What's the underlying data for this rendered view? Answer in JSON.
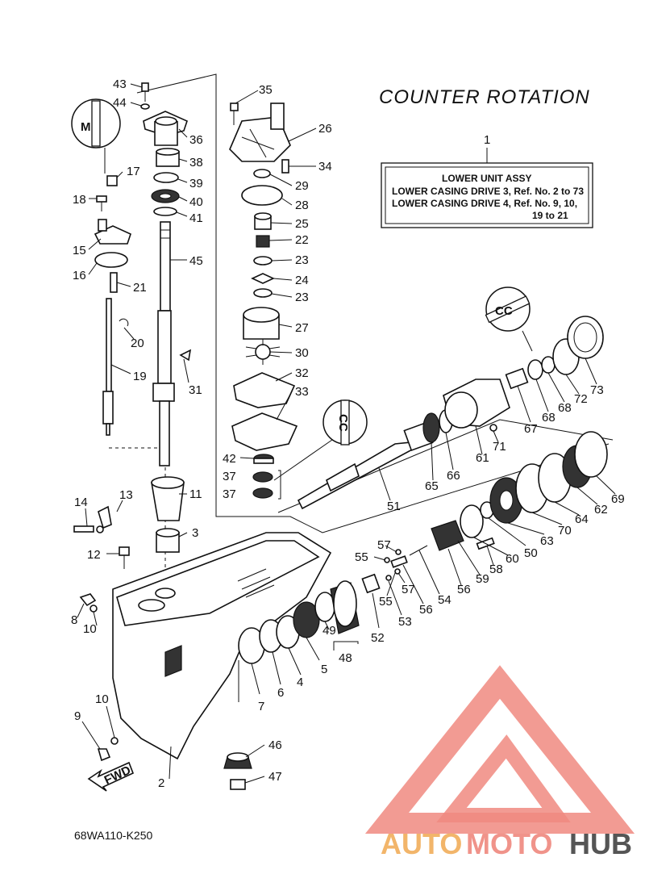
{
  "diagram": {
    "title": "COUNTER ROTATION",
    "code": "68WA110-K250",
    "fwd_label": "FWD",
    "callout_top_ref": "1",
    "assy_box": {
      "line1": "LOWER UNIT ASSY",
      "line2": "LOWER CASING DRIVE 3,  Ref. No. 2 to 73",
      "line3": "LOWER CASING DRIVE 4,  Ref. No. 9, 10,",
      "line4": "19 to 21"
    },
    "symbols": {
      "m_label": "M",
      "cc_label_1": "CC",
      "cc_label_2": "CC"
    }
  },
  "watermark": {
    "part1": "AUTO",
    "part2": "MOTO",
    "part3": "HUB",
    "colors": {
      "auto": "#f2b56a",
      "moto": "#f0938a",
      "hub": "#555555",
      "triangle": "#f08a80"
    }
  },
  "labels": {
    "n43": "43",
    "n44": "44",
    "n36": "36",
    "n38": "38",
    "n39": "39",
    "n40": "40",
    "n41": "41",
    "n45": "45",
    "n17": "17",
    "n18": "18",
    "n15": "15",
    "n16": "16",
    "n21": "21",
    "n20": "20",
    "n19": "19",
    "n31": "31",
    "n35": "35",
    "n26": "26",
    "n34": "34",
    "n29": "29",
    "n28": "28",
    "n25": "25",
    "n22": "22",
    "n23a": "23",
    "n24": "24",
    "n23b": "23",
    "n27": "27",
    "n30": "30",
    "n32": "32",
    "n33": "33",
    "n42": "42",
    "n37a": "37",
    "n37b": "37",
    "n11": "11",
    "n3": "3",
    "n13": "13",
    "n14": "14",
    "n12": "12",
    "n8": "8",
    "n10a": "10",
    "n10b": "10",
    "n9": "9",
    "n2": "2",
    "n46": "46",
    "n47": "47",
    "n7": "7",
    "n6": "6",
    "n4": "4",
    "n5": "5",
    "n49": "49",
    "n48": "48",
    "n52": "52",
    "n53": "53",
    "n55a": "55",
    "n55b": "55",
    "n57a": "57",
    "n57b": "57",
    "n56a": "56",
    "n56b": "56",
    "n54": "54",
    "n59": "59",
    "n58": "58",
    "n60": "60",
    "n50": "50",
    "n63": "63",
    "n70": "70",
    "n64": "64",
    "n62": "62",
    "n69": "69",
    "n51": "51",
    "n65": "65",
    "n66": "66",
    "n61": "61",
    "n71": "71",
    "n67": "67",
    "n68a": "68",
    "n68b": "68",
    "n72": "72",
    "n73": "73"
  }
}
